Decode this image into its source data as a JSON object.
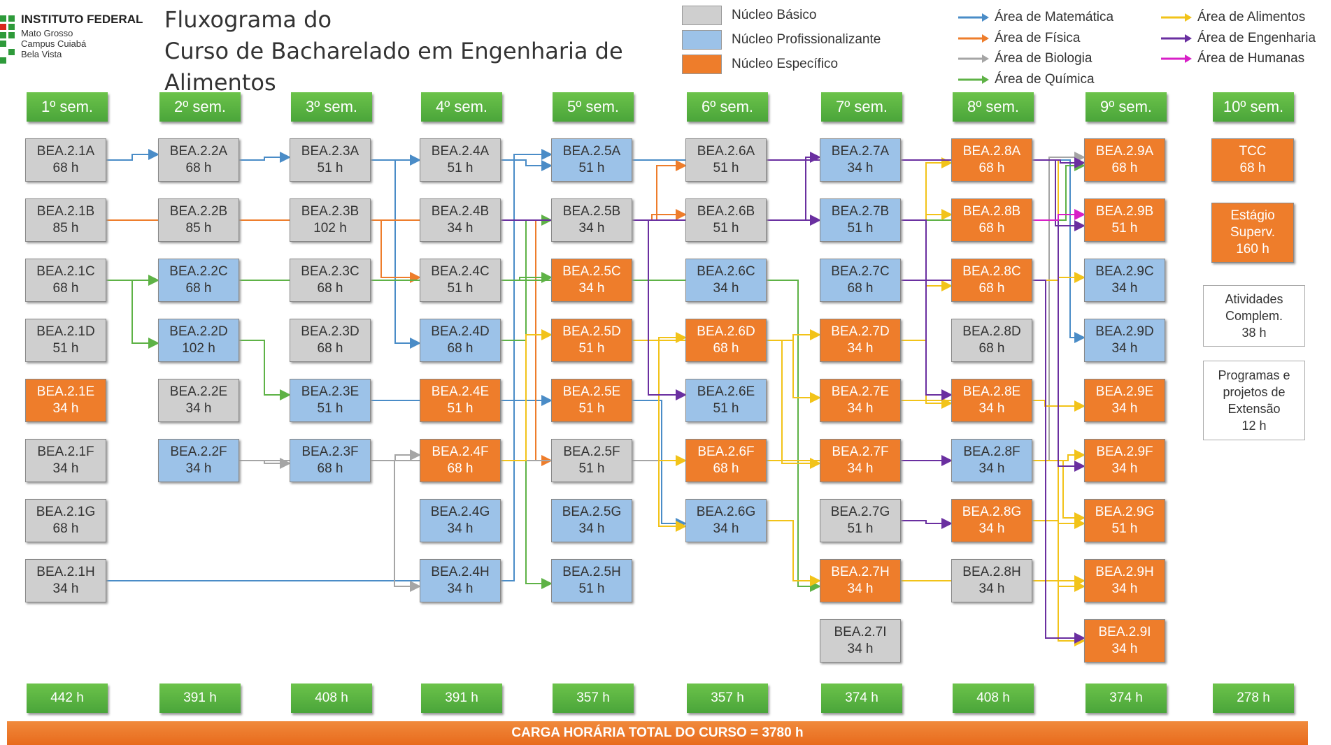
{
  "header": {
    "institution": "INSTITUTO FEDERAL",
    "state": "Mato Grosso",
    "campus": "Campus Cuiabá",
    "unit": "Bela Vista",
    "title_lines": [
      "Fluxograma do",
      "Curso de Bacharelado em Engenharia de",
      "Alimentos"
    ]
  },
  "legend_core": [
    {
      "label": "Núcleo Básico",
      "color": "#cfcfcf"
    },
    {
      "label": "Núcleo Profissionalizante",
      "color": "#9cc2e8"
    },
    {
      "label": "Núcleo Específico",
      "color": "#ee7d2b"
    }
  ],
  "legend_areas": [
    {
      "label": "Área de Matemática",
      "color": "#4a8cc7"
    },
    {
      "label": "Área de Física",
      "color": "#ee7d2b"
    },
    {
      "label": "Área de Biologia",
      "color": "#a5a5a5"
    },
    {
      "label": "Área de Química",
      "color": "#5eb246"
    },
    {
      "label": "Área de Alimentos",
      "color": "#f2c319"
    },
    {
      "label": "Área de Engenharia",
      "color": "#6a2fa0"
    },
    {
      "label": "Área de Humanas",
      "color": "#d81fc7"
    }
  ],
  "semesters": [
    "1º sem.",
    "2º sem.",
    "3º sem.",
    "4º sem.",
    "5º sem.",
    "6º sem.",
    "7º sem.",
    "8º sem.",
    "9º sem.",
    "10º sem."
  ],
  "totals": [
    "442 h",
    "391 h",
    "408 h",
    "391 h",
    "357 h",
    "357 h",
    "374 h",
    "408 h",
    "374 h",
    "278 h"
  ],
  "columns": [
    [
      {
        "code": "BEA.2.1A",
        "hours": "68 h",
        "core": "b"
      },
      {
        "code": "BEA.2.1B",
        "hours": "85 h",
        "core": "b"
      },
      {
        "code": "BEA.2.1C",
        "hours": "68 h",
        "core": "b"
      },
      {
        "code": "BEA.2.1D",
        "hours": "51 h",
        "core": "b"
      },
      {
        "code": "BEA.2.1E",
        "hours": "34 h",
        "core": "e"
      },
      {
        "code": "BEA.2.1F",
        "hours": "34 h",
        "core": "b"
      },
      {
        "code": "BEA.2.1G",
        "hours": "68 h",
        "core": "b"
      },
      {
        "code": "BEA.2.1H",
        "hours": "34 h",
        "core": "b"
      }
    ],
    [
      {
        "code": "BEA.2.2A",
        "hours": "68 h",
        "core": "b"
      },
      {
        "code": "BEA.2.2B",
        "hours": "85 h",
        "core": "b"
      },
      {
        "code": "BEA.2.2C",
        "hours": "68 h",
        "core": "p"
      },
      {
        "code": "BEA.2.2D",
        "hours": "102 h",
        "core": "p"
      },
      {
        "code": "BEA.2.2E",
        "hours": "34 h",
        "core": "b"
      },
      {
        "code": "BEA.2.2F",
        "hours": "34 h",
        "core": "p"
      }
    ],
    [
      {
        "code": "BEA.2.3A",
        "hours": "51 h",
        "core": "b"
      },
      {
        "code": "BEA.2.3B",
        "hours": "102 h",
        "core": "b"
      },
      {
        "code": "BEA.2.3C",
        "hours": "68 h",
        "core": "b"
      },
      {
        "code": "BEA.2.3D",
        "hours": "68 h",
        "core": "b"
      },
      {
        "code": "BEA.2.3E",
        "hours": "51 h",
        "core": "p"
      },
      {
        "code": "BEA.2.3F",
        "hours": "68 h",
        "core": "p"
      }
    ],
    [
      {
        "code": "BEA.2.4A",
        "hours": "51 h",
        "core": "b"
      },
      {
        "code": "BEA.2.4B",
        "hours": "34 h",
        "core": "b"
      },
      {
        "code": "BEA.2.4C",
        "hours": "51 h",
        "core": "b"
      },
      {
        "code": "BEA.2.4D",
        "hours": "68 h",
        "core": "p"
      },
      {
        "code": "BEA.2.4E",
        "hours": "51 h",
        "core": "e"
      },
      {
        "code": "BEA.2.4F",
        "hours": "68 h",
        "core": "e"
      },
      {
        "code": "BEA.2.4G",
        "hours": "34 h",
        "core": "p"
      },
      {
        "code": "BEA.2.4H",
        "hours": "34 h",
        "core": "p"
      }
    ],
    [
      {
        "code": "BEA.2.5A",
        "hours": "51 h",
        "core": "p"
      },
      {
        "code": "BEA.2.5B",
        "hours": "34 h",
        "core": "b"
      },
      {
        "code": "BEA.2.5C",
        "hours": "34 h",
        "core": "e"
      },
      {
        "code": "BEA.2.5D",
        "hours": "51 h",
        "core": "e"
      },
      {
        "code": "BEA.2.5E",
        "hours": "51 h",
        "core": "e"
      },
      {
        "code": "BEA.2.5F",
        "hours": "51 h",
        "core": "b"
      },
      {
        "code": "BEA.2.5G",
        "hours": "34 h",
        "core": "p"
      },
      {
        "code": "BEA.2.5H",
        "hours": "51 h",
        "core": "p"
      }
    ],
    [
      {
        "code": "BEA.2.6A",
        "hours": "51 h",
        "core": "b"
      },
      {
        "code": "BEA.2.6B",
        "hours": "51 h",
        "core": "b"
      },
      {
        "code": "BEA.2.6C",
        "hours": "34 h",
        "core": "p"
      },
      {
        "code": "BEA.2.6D",
        "hours": "68 h",
        "core": "e"
      },
      {
        "code": "BEA.2.6E",
        "hours": "51 h",
        "core": "p"
      },
      {
        "code": "BEA.2.6F",
        "hours": "68 h",
        "core": "e"
      },
      {
        "code": "BEA.2.6G",
        "hours": "34 h",
        "core": "p"
      }
    ],
    [
      {
        "code": "BEA.2.7A",
        "hours": "34 h",
        "core": "p"
      },
      {
        "code": "BEA.2.7B",
        "hours": "51 h",
        "core": "p"
      },
      {
        "code": "BEA.2.7C",
        "hours": "68 h",
        "core": "p"
      },
      {
        "code": "BEA.2.7D",
        "hours": "34 h",
        "core": "e"
      },
      {
        "code": "BEA.2.7E",
        "hours": "34 h",
        "core": "e"
      },
      {
        "code": "BEA.2.7F",
        "hours": "34 h",
        "core": "e"
      },
      {
        "code": "BEA.2.7G",
        "hours": "51 h",
        "core": "b"
      },
      {
        "code": "BEA.2.7H",
        "hours": "34 h",
        "core": "e"
      },
      {
        "code": "BEA.2.7I",
        "hours": "34 h",
        "core": "b"
      }
    ],
    [
      {
        "code": "BEA.2.8A",
        "hours": "68 h",
        "core": "e"
      },
      {
        "code": "BEA.2.8B",
        "hours": "68 h",
        "core": "e"
      },
      {
        "code": "BEA.2.8C",
        "hours": "68 h",
        "core": "e"
      },
      {
        "code": "BEA.2.8D",
        "hours": "68 h",
        "core": "b"
      },
      {
        "code": "BEA.2.8E",
        "hours": "34 h",
        "core": "e"
      },
      {
        "code": "BEA.2.8F",
        "hours": "34 h",
        "core": "p"
      },
      {
        "code": "BEA.2.8G",
        "hours": "34 h",
        "core": "e"
      },
      {
        "code": "BEA.2.8H",
        "hours": "34 h",
        "core": "b"
      }
    ],
    [
      {
        "code": "BEA.2.9A",
        "hours": "68 h",
        "core": "e"
      },
      {
        "code": "BEA.2.9B",
        "hours": "51 h",
        "core": "e"
      },
      {
        "code": "BEA.2.9C",
        "hours": "34 h",
        "core": "p"
      },
      {
        "code": "BEA.2.9D",
        "hours": "34 h",
        "core": "p"
      },
      {
        "code": "BEA.2.9E",
        "hours": "34 h",
        "core": "e"
      },
      {
        "code": "BEA.2.9F",
        "hours": "34 h",
        "core": "e"
      },
      {
        "code": "BEA.2.9G",
        "hours": "51 h",
        "core": "e"
      },
      {
        "code": "BEA.2.9H",
        "hours": "34 h",
        "core": "e"
      },
      {
        "code": "BEA.2.9I",
        "hours": "34 h",
        "core": "e"
      }
    ],
    [
      {
        "lines": [
          "TCC",
          "68 h"
        ],
        "core": "e"
      },
      {
        "lines": [
          "Estágio",
          "Superv.",
          "160 h"
        ],
        "core": "e"
      },
      {
        "lines": [
          "Atividades",
          "Complem.",
          "38 h"
        ],
        "core": "w"
      },
      {
        "lines": [
          "Programas e",
          "projetos de",
          "Extensão",
          "12 h"
        ],
        "core": "w"
      }
    ]
  ],
  "edges": [
    {
      "area": "mat",
      "from": "BEA.2.1A",
      "to": "BEA.2.2A"
    },
    {
      "area": "mat",
      "from": "BEA.2.2A",
      "to": "BEA.2.3A"
    },
    {
      "area": "mat",
      "from": "BEA.2.3A",
      "to": "BEA.2.4A"
    },
    {
      "area": "mat",
      "from": "BEA.2.3A",
      "to": "BEA.2.4D"
    },
    {
      "area": "mat",
      "from": "BEA.2.4A",
      "to": "BEA.2.5A"
    },
    {
      "area": "mat",
      "from": "BEA.2.1H",
      "to": "BEA.2.5A"
    },
    {
      "area": "mat",
      "from": "BEA.2.5A",
      "to": "BEA.2.9D"
    },
    {
      "area": "mat",
      "from": "BEA.2.3E",
      "to": "BEA.2.5E"
    },
    {
      "area": "mat",
      "from": "BEA.2.3E",
      "to": "BEA.2.6G"
    },
    {
      "area": "fis",
      "from": "BEA.2.1B",
      "to": "BEA.2.6A"
    },
    {
      "area": "fis",
      "from": "BEA.2.1B",
      "to": "BEA.2.6B"
    },
    {
      "area": "fis",
      "from": "BEA.2.2B",
      "to": "BEA.2.4C"
    },
    {
      "area": "fis",
      "from": "BEA.2.2B",
      "to": "BEA.2.5F"
    },
    {
      "area": "bio",
      "from": "BEA.2.2F",
      "to": "BEA.2.3F"
    },
    {
      "area": "bio",
      "from": "BEA.2.2F",
      "to": "BEA.2.4H"
    },
    {
      "area": "bio",
      "from": "BEA.2.3F",
      "to": "BEA.2.4F"
    },
    {
      "area": "bio",
      "from": "BEA.2.3F",
      "to": "BEA.2.9A"
    },
    {
      "area": "qui",
      "from": "BEA.2.1C",
      "to": "BEA.2.2C"
    },
    {
      "area": "qui",
      "from": "BEA.2.1C",
      "to": "BEA.2.2D"
    },
    {
      "area": "qui",
      "from": "BEA.2.1C",
      "to": "BEA.2.7H"
    },
    {
      "area": "qui",
      "from": "BEA.2.2D",
      "to": "BEA.2.3E"
    },
    {
      "area": "qui",
      "from": "BEA.2.2C",
      "to": "BEA.2.5C"
    },
    {
      "area": "qui",
      "from": "BEA.2.4D",
      "to": "BEA.2.5B"
    },
    {
      "area": "qui",
      "from": "BEA.2.4D",
      "to": "BEA.2.5H"
    },
    {
      "area": "qui",
      "from": "BEA.2.5B",
      "to": "BEA.2.9A"
    },
    {
      "area": "ali",
      "from": "BEA.2.4F",
      "to": "BEA.2.5D"
    },
    {
      "area": "ali",
      "from": "BEA.2.5D",
      "to": "BEA.2.6D"
    },
    {
      "area": "ali",
      "from": "BEA.2.5D",
      "to": "BEA.2.6F"
    },
    {
      "area": "ali",
      "from": "BEA.2.5D",
      "to": "BEA.2.7F"
    },
    {
      "area": "ali",
      "from": "BEA.2.5D",
      "to": "BEA.2.6G"
    },
    {
      "area": "ali",
      "from": "BEA.2.6D",
      "to": "BEA.2.7D"
    },
    {
      "area": "ali",
      "from": "BEA.2.6D",
      "to": "BEA.2.7E"
    },
    {
      "area": "ali",
      "from": "BEA.2.6G",
      "to": "BEA.2.7H"
    },
    {
      "area": "ali",
      "from": "BEA.2.7D",
      "to": "BEA.2.8E"
    },
    {
      "area": "ali",
      "from": "BEA.2.7E",
      "to": "BEA.2.9E"
    },
    {
      "area": "ali",
      "from": "BEA.2.7F",
      "to": "BEA.2.9F"
    },
    {
      "area": "ali",
      "from": "BEA.2.6F",
      "to": "BEA.2.9G"
    },
    {
      "area": "ali",
      "from": "BEA.2.7H",
      "to": "BEA.2.9H"
    },
    {
      "area": "ali",
      "from": "BEA.2.7D",
      "to": "BEA.2.8A"
    },
    {
      "area": "ali",
      "from": "BEA.2.7C",
      "to": "BEA.2.8C"
    },
    {
      "area": "ali",
      "from": "BEA.2.7B",
      "to": "BEA.2.8B"
    },
    {
      "area": "ali",
      "from": "BEA.2.8C",
      "to": "BEA.2.9C"
    },
    {
      "area": "ali",
      "from": "BEA.2.8A",
      "to": "BEA.2.9I"
    },
    {
      "area": "ali",
      "from": "BEA.2.8G",
      "to": "BEA.2.9G"
    },
    {
      "area": "ali",
      "from": "BEA.2.8F",
      "to": "BEA.2.9H"
    },
    {
      "area": "eng",
      "from": "BEA.2.4B",
      "to": "BEA.2.6E"
    },
    {
      "area": "eng",
      "from": "BEA.2.5B",
      "to": "BEA.2.7A"
    },
    {
      "area": "eng",
      "from": "BEA.2.6B",
      "to": "BEA.2.7B"
    },
    {
      "area": "eng",
      "from": "BEA.2.6A",
      "to": "BEA.2.9A"
    },
    {
      "area": "eng",
      "from": "BEA.2.7A",
      "to": "BEA.2.9B"
    },
    {
      "area": "eng",
      "from": "BEA.2.7B",
      "to": "BEA.2.8E"
    },
    {
      "area": "eng",
      "from": "BEA.2.7C",
      "to": "BEA.2.9I"
    },
    {
      "area": "eng",
      "from": "BEA.2.7F",
      "to": "BEA.2.8F"
    },
    {
      "area": "eng",
      "from": "BEA.2.7G",
      "to": "BEA.2.8G"
    },
    {
      "area": "eng",
      "from": "BEA.2.8B",
      "to": "BEA.2.9F"
    },
    {
      "area": "hum",
      "from": "BEA.2.8B",
      "to": "BEA.2.9B"
    }
  ],
  "banner": "CARGA HORÁRIA TOTAL DO CURSO = 3780 h"
}
